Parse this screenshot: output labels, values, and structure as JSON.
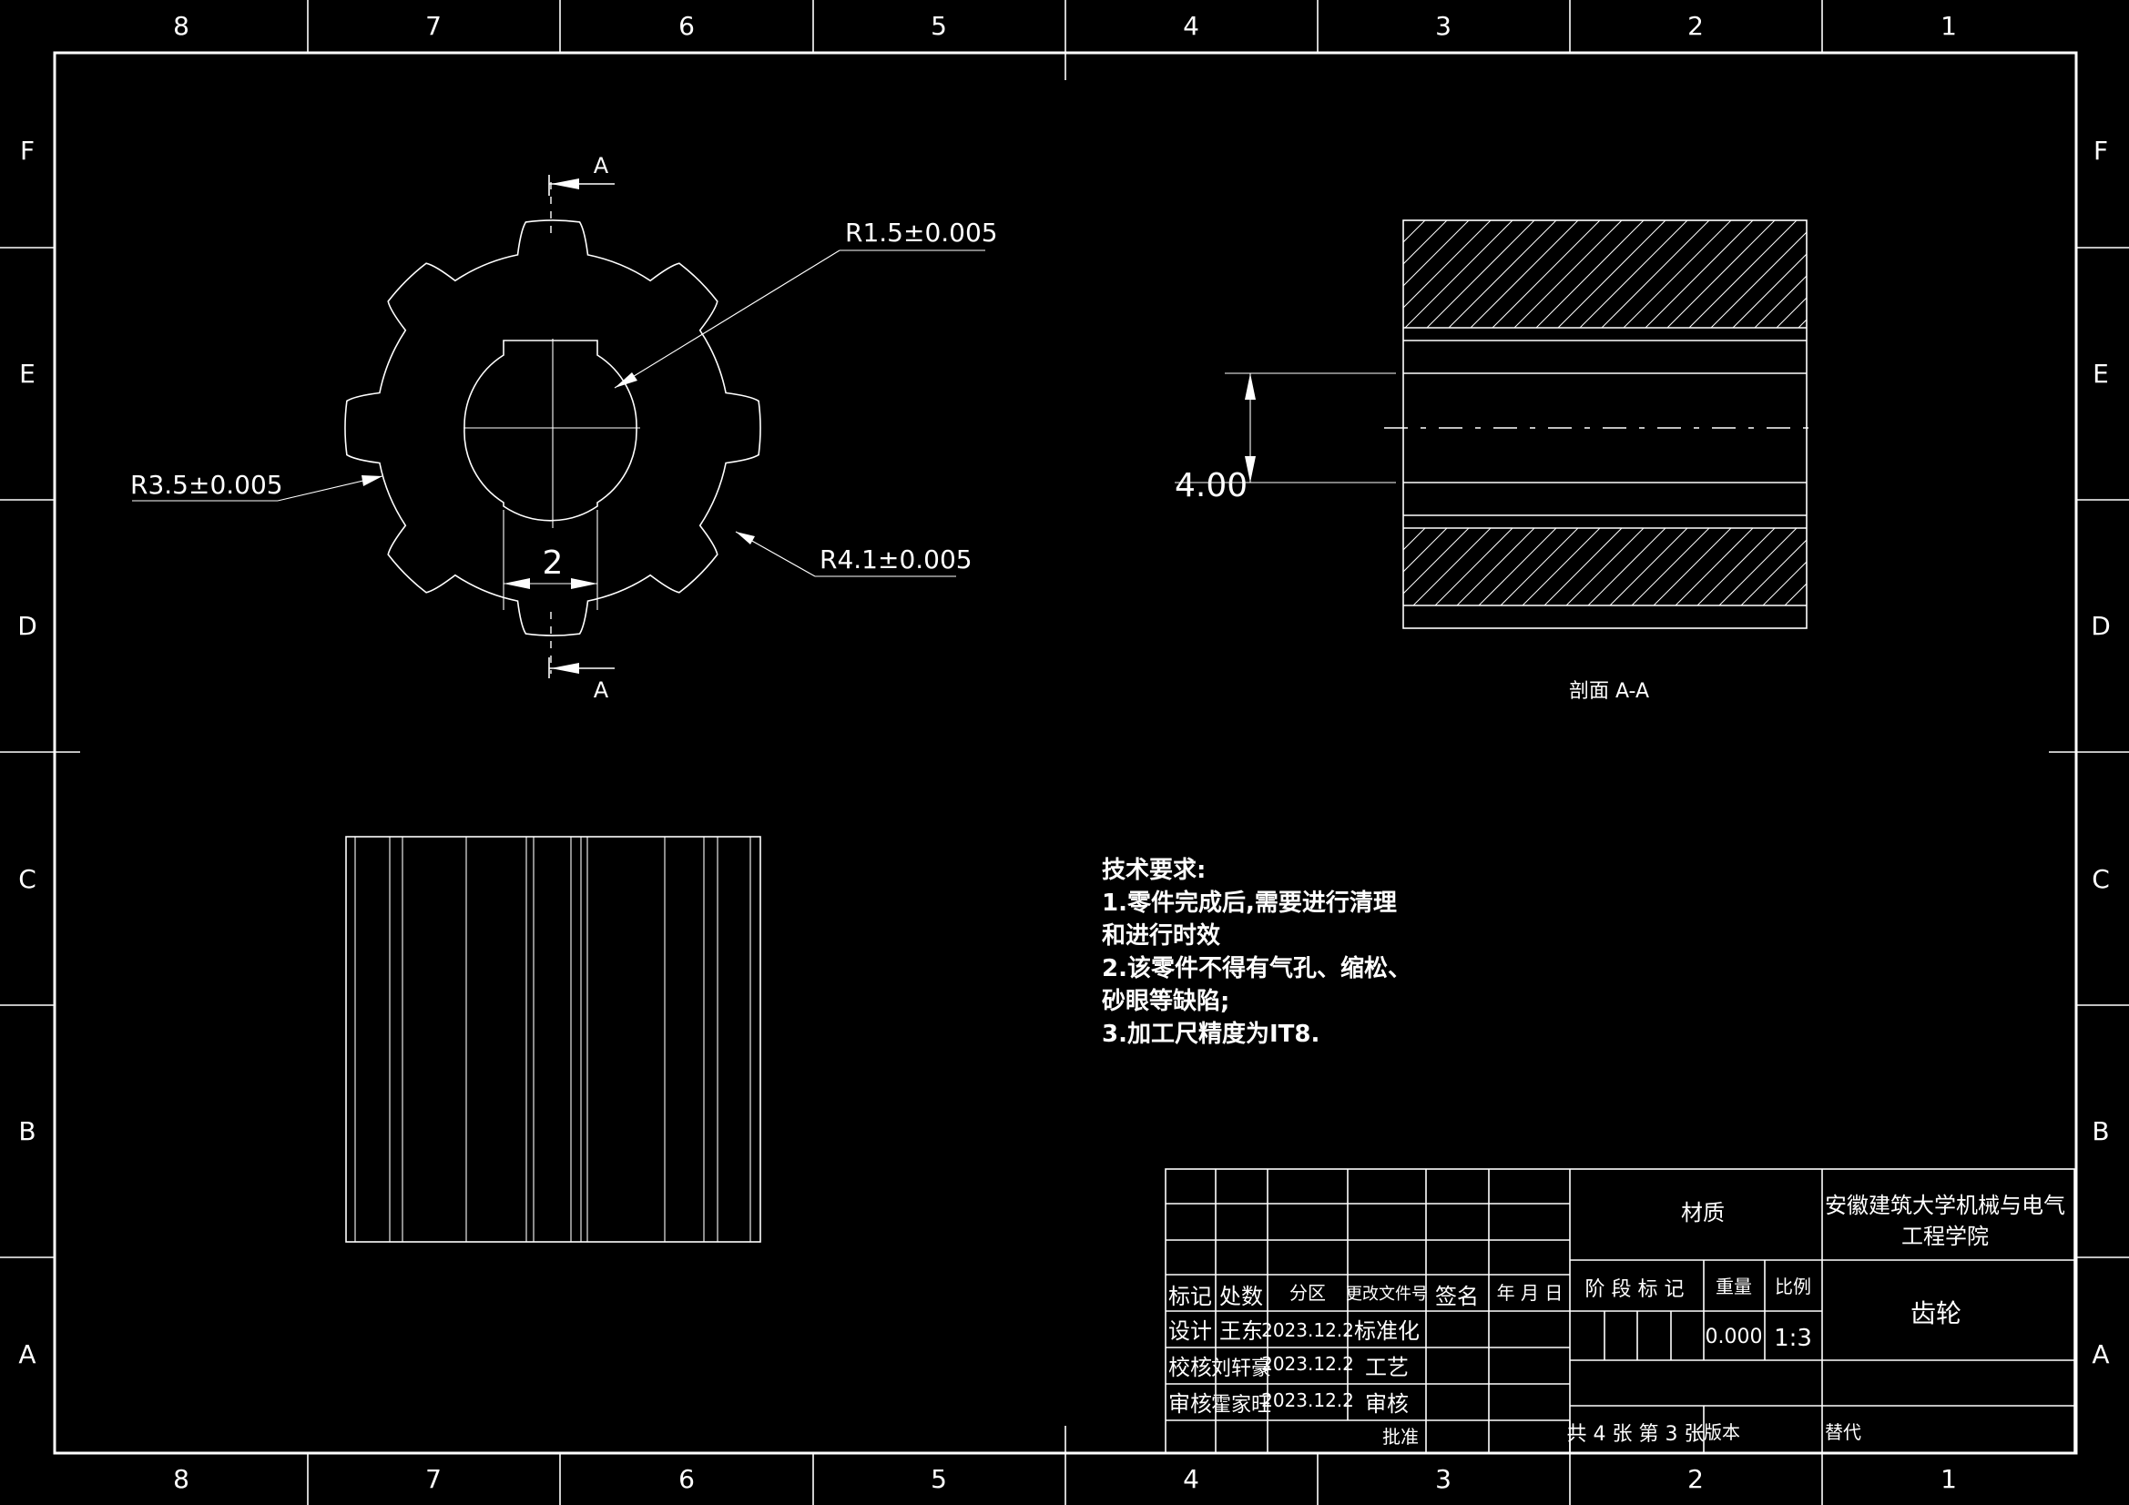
{
  "frame": {
    "columns_top": [
      "8",
      "7",
      "6",
      "5",
      "4",
      "3",
      "2",
      "1"
    ],
    "columns_bottom": [
      "8",
      "7",
      "6",
      "5",
      "4",
      "3",
      "2",
      "1"
    ],
    "rows_left": [
      "F",
      "E",
      "D",
      "C",
      "B",
      "A"
    ],
    "rows_right": [
      "F",
      "E",
      "D",
      "C",
      "B",
      "A"
    ]
  },
  "front_view": {
    "section_mark_top": "A",
    "section_mark_bottom": "A",
    "dim_r_inner": "R1.5±0.005",
    "dim_r_root": "R3.5±0.005",
    "dim_r_outer": "R4.1±0.005",
    "dim_keyway": "2"
  },
  "section_view": {
    "dim_bore": "4.00",
    "caption": "剖面 A-A"
  },
  "tech_requirements": {
    "title": "技术要求:",
    "lines": [
      "1.零件完成后,需要进行清理",
      "和进行时效",
      "2.该零件不得有气孔、缩松、",
      "砂眼等缺陷;",
      "3.加工尺精度为IT8."
    ]
  },
  "title_block": {
    "hdr_mark": "标记",
    "hdr_count": "处数",
    "hdr_zone": "分区",
    "hdr_doc": "更改文件号",
    "hdr_sign": "签名",
    "hdr_date": "年 月 日",
    "design_label": "设计",
    "design_name": "王东",
    "design_date": "2023.12.2",
    "standard_label": "标准化",
    "check_label": "校核",
    "check_name": "刘轩豪",
    "check_date": "2023.12.2",
    "process_label": "工艺",
    "review_label": "审核",
    "review_name": "霍家旺",
    "review_date": "2023.12.2",
    "review2_label": "审核",
    "approve_label": "批准",
    "material_label": "材质",
    "company": "安徽建筑大学机械与电气",
    "company2": "工程学院",
    "stage_label": "阶 段 标 记",
    "weight_label": "重量",
    "scale_label": "比例",
    "weight_value": "0.000",
    "scale_value": "1:3",
    "part_name": "齿轮",
    "sheets": "共 4 张 第 3 张",
    "version_label": "版本",
    "replace_label": "替代"
  }
}
